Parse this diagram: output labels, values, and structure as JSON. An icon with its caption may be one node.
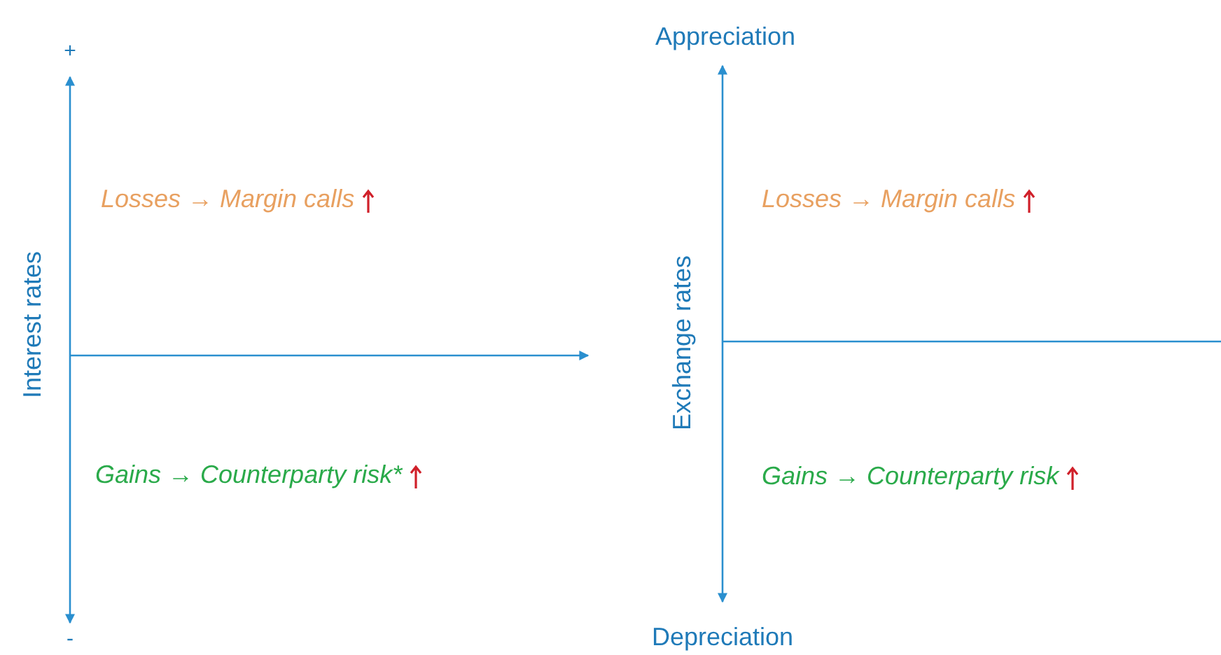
{
  "diagram": {
    "labels": [
      "+",
      "Appreciation",
      "Losses → Margin calls",
      "Losses → Margin calls",
      "Interest rates",
      "Exchange rates",
      "Gains → Counterparty risk*",
      "Gains → Counterparty risk",
      "-",
      "Depreciation"
    ]
  }
}
